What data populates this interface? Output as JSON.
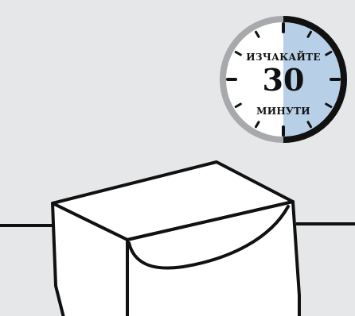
{
  "timer": {
    "label_top": "ИЗЧАКАЙТЕ",
    "minutes": "30",
    "label_bottom": "МИНУТИ",
    "elapsed_fraction": 0.5,
    "colors": {
      "face": "#ffffff",
      "elapsed_fill": "#b8cfe8",
      "ring_remaining": "#a7a9ac",
      "ring_elapsed": "#111111",
      "tick": "#111111"
    }
  },
  "illustration": {
    "background": "#e6e7e8",
    "object": "dough-box-icon",
    "line_color": "#111111"
  }
}
